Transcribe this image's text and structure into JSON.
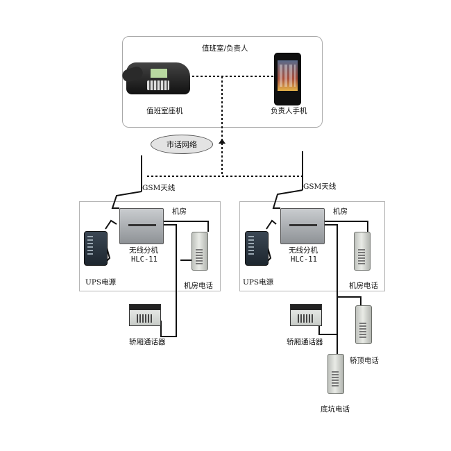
{
  "duty_room": {
    "title": "值班室/负责人",
    "desk_phone": "值班室座机",
    "mobile_phone": "负责人手机"
  },
  "network": {
    "label": "市话网络"
  },
  "site_left": {
    "antenna": "GSM天线",
    "room": "机房",
    "unit_line1": "无线分机",
    "unit_line2": "HLC-11",
    "ups": "UPS电源",
    "room_phone": "机房电话",
    "car_intercom": "轿厢通话器"
  },
  "site_right": {
    "antenna": "GSM天线",
    "room": "机房",
    "unit_line1": "无线分机",
    "unit_line2": "HLC-11",
    "ups": "UPS电源",
    "room_phone": "机房电话",
    "car_intercom": "轿厢通话器",
    "car_top_phone": "轿顶电话",
    "pit_phone": "底坑电话"
  }
}
